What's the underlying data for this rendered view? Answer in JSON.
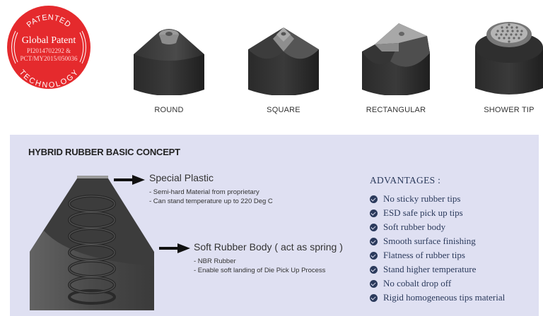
{
  "badge": {
    "top_text": "PATENTED",
    "main_text": "Global Patent",
    "patent_line1": "PI2014702292 &",
    "patent_line2": "PCT/MY2015/050036",
    "bottom_text": "TECHNOLOGY",
    "color": "#e52a2d"
  },
  "products": [
    {
      "label": "ROUND"
    },
    {
      "label": "SQUARE"
    },
    {
      "label": "RECTANGULAR"
    },
    {
      "label": "SHOWER TIP"
    }
  ],
  "concept": {
    "title": "HYBRID RUBBER BASIC CONCEPT",
    "panel_color": "#dfe0f2",
    "callouts": [
      {
        "title": "Special Plastic",
        "details": [
          "- Semi-hard Material from proprietary",
          "- Can stand temperature up to 220 Deg C"
        ]
      },
      {
        "title": "Soft Rubber Body ( act as spring )",
        "details": [
          "- NBR Rubber",
          "- Enable soft landing of Die Pick Up Process"
        ]
      }
    ]
  },
  "advantages": {
    "title": "ADVANTAGES :",
    "icon": "check-circle-icon",
    "color": "#2b3a5c",
    "items": [
      "No sticky rubber tips",
      "ESD safe pick up tips",
      "Soft rubber body",
      "Smooth surface finishing",
      "Flatness of rubber tips",
      "Stand higher temperature",
      "No cobalt drop off",
      "Rigid homogeneous tips material"
    ]
  }
}
